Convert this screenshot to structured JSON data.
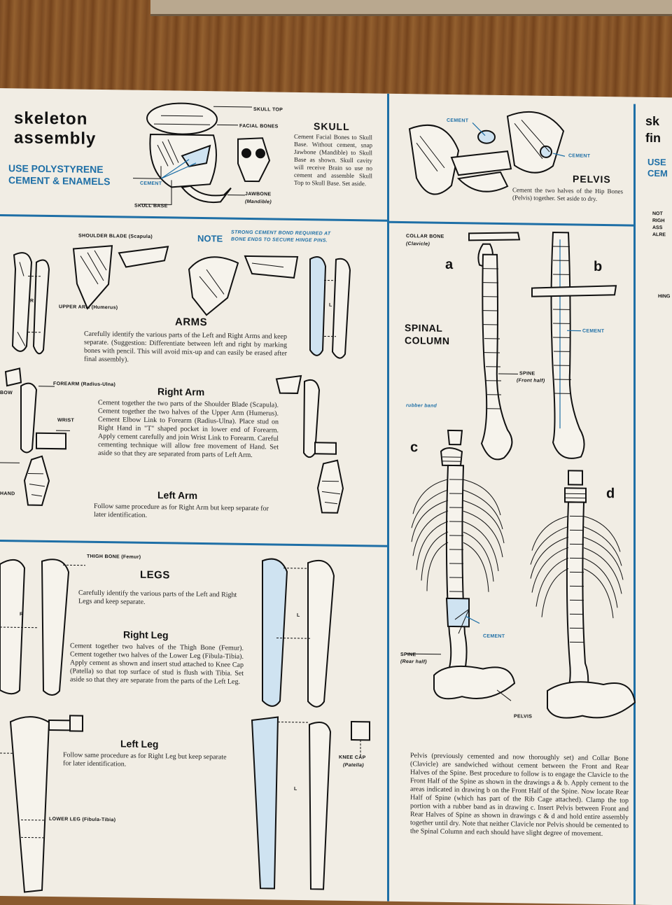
{
  "header": {
    "title_line1": "skeleton",
    "title_line2": "assembly",
    "subtitle_line1": "USE POLYSTYRENE",
    "subtitle_line2": "CEMENT & ENAMELS"
  },
  "skull": {
    "heading": "SKULL",
    "text": "Cement Facial Bones to Skull Base. Without cement, snap Jawbone (Mandible) to Skull Base as shown. Skull cavity will receive Brain so use no cement and assemble Skull Top to Skull Base. Set aside.",
    "labels": {
      "skull_top": "SKULL TOP",
      "facial_bones": "FACIAL BONES",
      "cement": "CEMENT",
      "skull_base": "SKULL BASE",
      "jawbone": "JAWBONE",
      "mandible": "(Mandible)"
    }
  },
  "pelvis": {
    "heading": "PELVIS",
    "text": "Cement the two halves of the Hip Bones (Pelvis) together. Set aside to dry.",
    "labels": {
      "cement_left": "CEMENT",
      "cement_right": "CEMENT"
    }
  },
  "next_sheet": {
    "title_frag1": "sk",
    "title_frag2": "fin",
    "use_frag1": "USE",
    "use_frag2": "CEM",
    "note_frags": [
      "NOT",
      "RIGH",
      "ASS",
      "ALRE"
    ],
    "hing_frag": "HING"
  },
  "arms": {
    "note_label": "NOTE",
    "note_text_1": "STRONG CEMENT BOND REQUIRED AT",
    "note_text_2": "BONE ENDS TO SECURE HINGE PINS.",
    "heading": "ARMS",
    "text": "Carefully identify the various parts of the Left and Right Arms and keep separate. (Suggestion: Differentiate between left and right by marking bones with pencil. This will avoid mix-up and can easily be erased after final assembly).",
    "right_heading": "Right Arm",
    "right_text": "Cement together the two parts of the Shoulder Blade (Scapula). Cement together the two halves of the Upper Arm (Humerus). Cement Elbow Link to Forearm (Radius-Ulna). Place stud on Right Hand in \"T\" shaped pocket in lower end of Forearm. Apply cement carefully and join Wrist Link to Forearm. Careful cementing technique will allow free movement of Hand. Set aside so that they are separated from parts of Left Arm.",
    "left_heading": "Left Arm",
    "left_text": "Follow same procedure as for Right Arm but keep separate for later identification.",
    "labels": {
      "shoulder_blade": "SHOULDER BLADE (Scapula)",
      "upper_arm": "UPPER ARM (Humerus)",
      "forearm": "FOREARM (Radius-Ulna)",
      "elbow": "BOW",
      "wrist": "WRIST",
      "hand": "HAND",
      "r": "R",
      "l": "L"
    }
  },
  "legs": {
    "heading": "LEGS",
    "text": "Carefully identify the various parts of the Left and Right Legs and keep separate.",
    "right_heading": "Right Leg",
    "right_text": "Cement together two halves of the Thigh Bone (Femur). Cement together two halves of the Lower Leg (Fibula-Tibia). Apply cement as shown and insert stud attached to Knee Cap (Patella) so that top surface of stud is flush with Tibia. Set aside so that they are separate from the parts of the Left Leg.",
    "left_heading": "Left Leg",
    "left_text": "Follow same procedure as for Right Leg but keep separate for later identification.",
    "labels": {
      "thigh_bone": "THIGH BONE (Femur)",
      "knee_cap": "KNEE CAP",
      "patella": "(Patella)",
      "lower_leg": "LOWER LEG (Fibula-Tibia)",
      "r": "R",
      "l": "L"
    }
  },
  "spine": {
    "heading_1": "SPINAL",
    "heading_2": "COLUMN",
    "labels": {
      "collar_bone": "COLLAR BONE",
      "clavicle": "(Clavicle)",
      "a": "a",
      "b": "b",
      "c": "c",
      "d": "d",
      "cement": "CEMENT",
      "spine_front": "SPINE",
      "spine_front_sub": "(Front half)",
      "rubber_band": "rubber band",
      "spine_rear": "SPINE",
      "spine_rear_sub": "(Rear half)",
      "cement_rear": "CEMENT",
      "pelvis": "PELVIS"
    },
    "text": "Pelvis (previously cemented and now thoroughly set) and Collar Bone (Clavicle) are sandwiched without cement between the Front and Rear Halves of the Spine. Best procedure to follow is to engage the Clavicle to the Front Half of the Spine as shown in the drawings a & b. Apply cement to the areas indicated in drawing b on the Front Half of the Spine. Now locate Rear Half of Spine (which has part of the Rib Cage attached). Clamp the top portion with a rubber band as in drawing c. Insert Pelvis between Front and Rear Halves of Spine as shown in drawings c & d and hold entire assembly together until dry. Note that neither Clavicle nor Pelvis should be cemented to the Spinal Column and each should have slight degree of movement."
  },
  "colors": {
    "accent": "#1e6fa6",
    "paper": "#f1ede4",
    "ink": "#111111"
  }
}
